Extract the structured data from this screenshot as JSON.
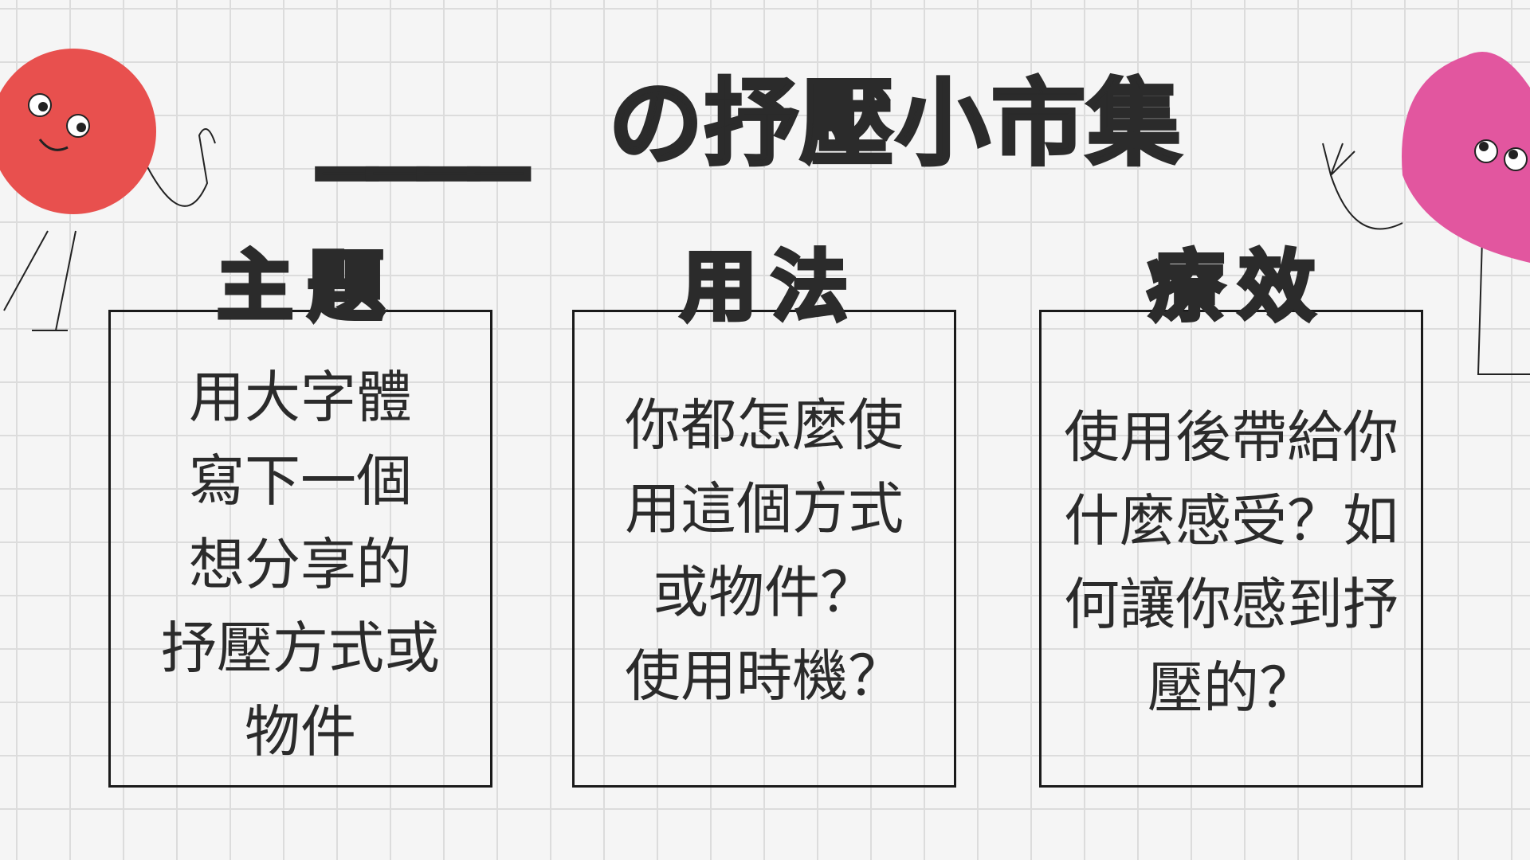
{
  "title": {
    "blank": "____",
    "text": "の抒壓小市集"
  },
  "columns": [
    {
      "heading": "主題",
      "lines": [
        "用大字體",
        "寫下一個",
        "想分享的",
        "抒壓方式或",
        "物件"
      ]
    },
    {
      "heading": "用法",
      "lines": [
        "你都怎麼使",
        "用這個方式",
        "或物件？",
        "使用時機？"
      ]
    },
    {
      "heading": "療效",
      "lines": [
        "使用後帶給你",
        "什麼感受？如",
        "何讓你感到抒",
        "壓的？"
      ]
    }
  ],
  "colors": {
    "red_character": "#e8504e",
    "pink_character": "#e2569f",
    "ink": "#2b2b2b"
  },
  "decorations": [
    "red-circle-character-icon",
    "pink-heart-character-icon"
  ]
}
